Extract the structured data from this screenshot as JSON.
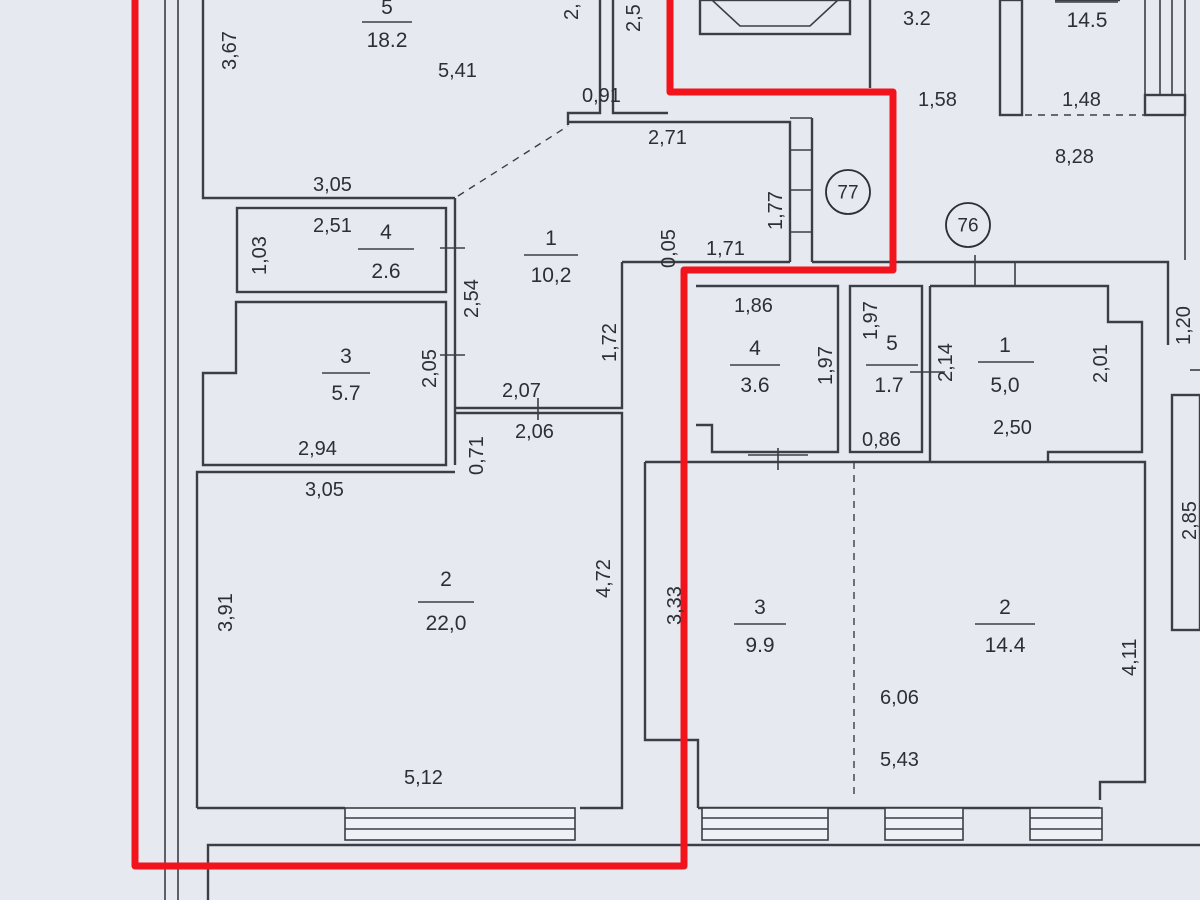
{
  "accent_color": "#f2141c",
  "axes": [
    {
      "id": "77",
      "label": "77"
    },
    {
      "id": "76",
      "label": "76"
    }
  ],
  "rooms": {
    "left": [
      {
        "id": "l5",
        "number": "5",
        "area": "18.2"
      },
      {
        "id": "l4",
        "number": "4",
        "area": "2.6"
      },
      {
        "id": "l1",
        "number": "1",
        "area": "10,2"
      },
      {
        "id": "l3",
        "number": "3",
        "area": "5.7"
      },
      {
        "id": "l2",
        "number": "2",
        "area": "22,0"
      }
    ],
    "right": [
      {
        "id": "r4",
        "number": "4",
        "area": "3.6"
      },
      {
        "id": "r5",
        "number": "5",
        "area": "1.7"
      },
      {
        "id": "r1",
        "number": "1",
        "area": "5,0"
      },
      {
        "id": "r3",
        "number": "3",
        "area": "9.9"
      },
      {
        "id": "r2",
        "number": "2",
        "area": "14.4"
      }
    ],
    "top_right": [
      {
        "id": "t1",
        "area": "14.5"
      }
    ]
  },
  "dimensions": {
    "d_367": "3,67",
    "d_541": "5,41",
    "d_2a": "2,",
    "d_25": "2,5",
    "d_091": "0,91",
    "d_271": "2,71",
    "d_32": "3.2",
    "d_158": "1,58",
    "d_148": "1,48",
    "d_828": "8,28",
    "d_305a": "3,05",
    "d_177": "1,77",
    "d_251": "2,51",
    "d_103": "1,03",
    "d_005": "0,05",
    "d_171": "1,71",
    "d_254": "2,54",
    "d_172": "1,72",
    "d_205": "2,05",
    "d_207": "2,07",
    "d_206": "2,06",
    "d_294": "2,94",
    "d_071": "0,71",
    "d_305b": "3,05",
    "d_391": "3,91",
    "d_472": "4,72",
    "d_512": "5,12",
    "d_186": "1,86",
    "d_197a": "1,97",
    "d_197b": "1,97",
    "d_214": "2,14",
    "d_201": "2,01",
    "d_120": "1,20",
    "d_086": "0,86",
    "d_250": "2,50",
    "d_285": "2,85",
    "d_333": "3,33",
    "d_411": "4,11",
    "d_606": "6,06",
    "d_543": "5,43"
  }
}
